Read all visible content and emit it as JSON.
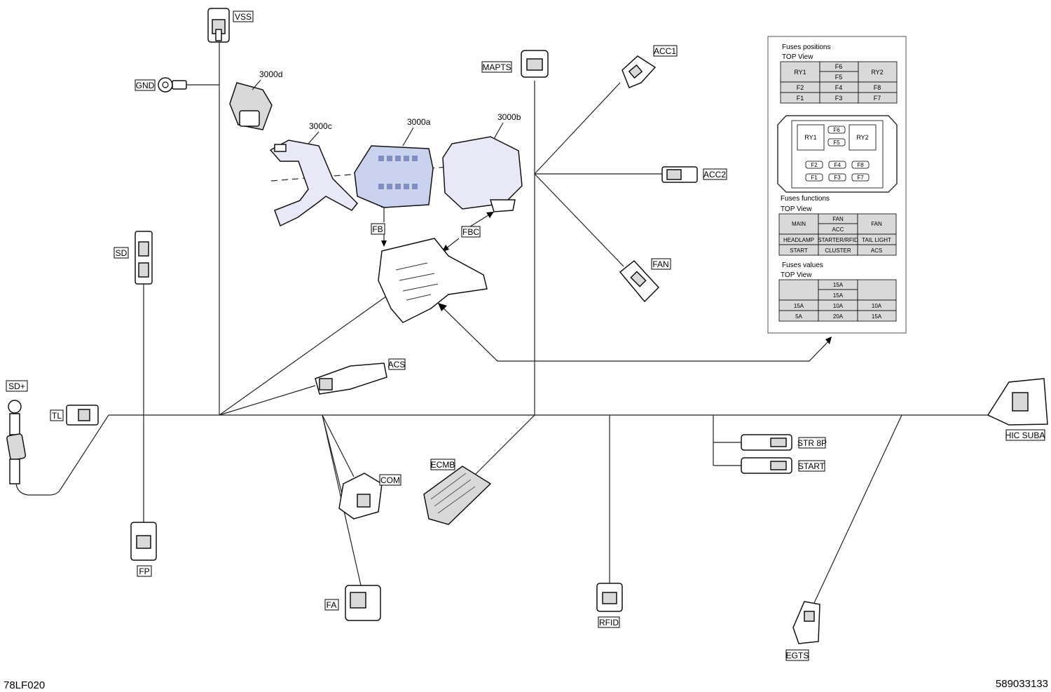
{
  "connectors": {
    "vss": "VSS",
    "gnd": "GND",
    "mapts": "MAPTS",
    "acc1": "ACC1",
    "acc2": "ACC2",
    "fan": "FAN",
    "sd": "SD",
    "sd_plus": "SD+",
    "tl": "TL",
    "acs": "ACS",
    "fb": "FB",
    "fbc": "FBC",
    "com": "COM",
    "ecmb": "ECMB",
    "fp": "FP",
    "fa": "FA",
    "rfid": "RFID",
    "str8p": "STR 8P",
    "start": "START",
    "hic_suba": "HIC  SUBA",
    "egts": "EGTS"
  },
  "parts": {
    "p3000a": "3000a",
    "p3000b": "3000b",
    "p3000c": "3000c",
    "p3000d": "3000d"
  },
  "fuse_panel": {
    "positions_title": "Fuses positions",
    "positions_view": "TOP View",
    "positions": {
      "ry1": "RY1",
      "ry2": "RY2",
      "f1": "F1",
      "f2": "F2",
      "f3": "F3",
      "f4": "F4",
      "f5": "F5",
      "f6": "F6",
      "f7": "F7",
      "f8": "F8"
    },
    "box": {
      "ry1": "RY1",
      "ry2": "RY2",
      "f1": "F1",
      "f2": "F2",
      "f3": "F3",
      "f4": "F4",
      "f5": "F5",
      "f6": "F6",
      "f7": "F7",
      "f8": "F8"
    },
    "functions_title": "Fuses functions",
    "functions_view": "TOP View",
    "functions": {
      "main": "MAIN",
      "fan_top": "FAN",
      "acc": "ACC",
      "fan_right": "FAN",
      "headlamp": "HEADLAMP",
      "starter_rfid": "STARTER/RFID",
      "tail_light": "TAIL LIGHT",
      "start": "START",
      "cluster": "CLUSTER",
      "acs": "ACS"
    },
    "values_title": "Fuses values",
    "values_view": "TOP View",
    "values": {
      "f6": "15A",
      "f5": "15A",
      "f2": "15A",
      "f4": "10A",
      "f8": "10A",
      "f1": "5A",
      "f3": "20A",
      "f7": "15A"
    }
  },
  "footer": {
    "left_code": "78LF020",
    "right_code": "589033133"
  }
}
